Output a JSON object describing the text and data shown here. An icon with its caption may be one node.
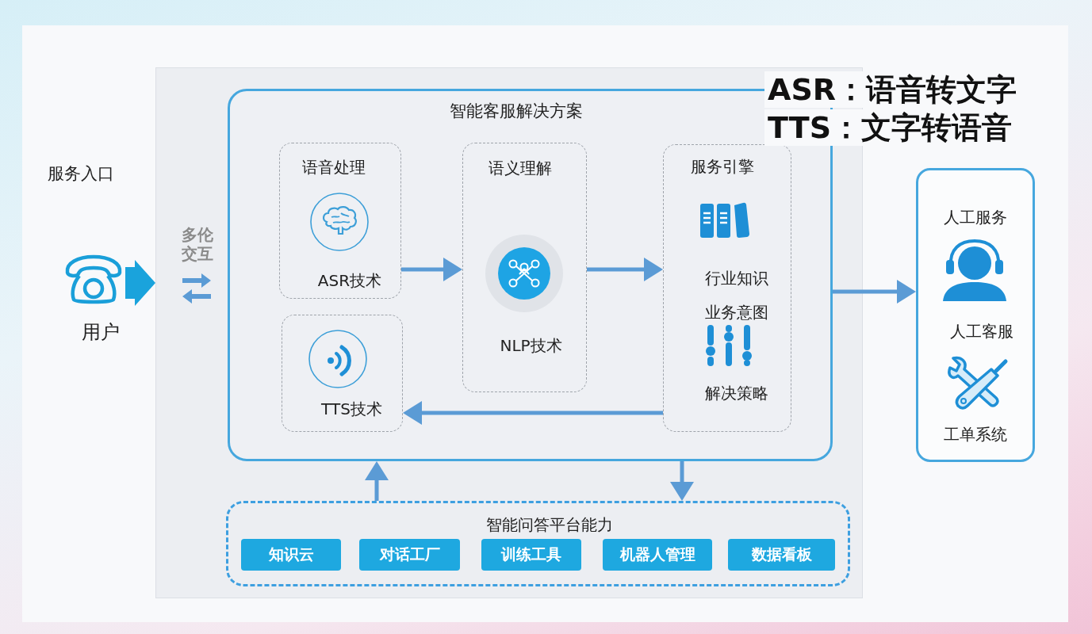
{
  "diagram": {
    "nodes": [
      {
        "text": [
          "用户"
        ]
      },
      {
        "text": [],
        "shape": "box"
      },
      {
        "text": [
          "智能客服解决方案"
        ],
        "in": 1
      },
      {
        "text": [
          "语音处理",
          "ASR技术"
        ],
        "in": 2
      },
      {
        "text": [
          "TTS技术"
        ],
        "in": 2
      },
      {
        "text": [
          "语义理解",
          "NLP技术"
        ],
        "in": 2
      },
      {
        "text": [
          "服务引擎",
          "行业知识",
          "业务意图",
          "解决策略"
        ],
        "in": 2
      },
      {
        "text": [
          "智能问答平台能力"
        ],
        "in": 1
      },
      {
        "text": [
          "知识云"
        ],
        "in": 7
      },
      {
        "text": [
          "对话工厂"
        ],
        "in": 7
      },
      {
        "text": [
          "训练工具"
        ],
        "in": 7
      },
      {
        "text": [
          "机器人管理"
        ],
        "in": 7
      },
      {
        "text": [
          "数据看板"
        ],
        "in": 7
      },
      {
        "text": [
          "人工服务",
          "人工客服",
          "工单系统"
        ]
      }
    ],
    "edges": [
      {
        "from": 0,
        "to": 1,
        "arrow": "to",
        "style": "thick",
        "color": "#1aa3dc"
      },
      {
        "from": 3,
        "to": 5,
        "arrow": "to"
      },
      {
        "from": 5,
        "to": 6,
        "arrow": "to"
      },
      {
        "from": 6,
        "to": 4,
        "arrow": "to"
      },
      {
        "from": 2,
        "to": 13,
        "arrow": "to"
      },
      {
        "from": 7,
        "to": 2,
        "arrow": "to"
      },
      {
        "from": 2,
        "to": 7,
        "arrow": "to"
      }
    ],
    "labels": [
      "ASR：语音转文字",
      "TTS：文字转语音",
      "服务入口",
      "多伦交互"
    ]
  }
}
